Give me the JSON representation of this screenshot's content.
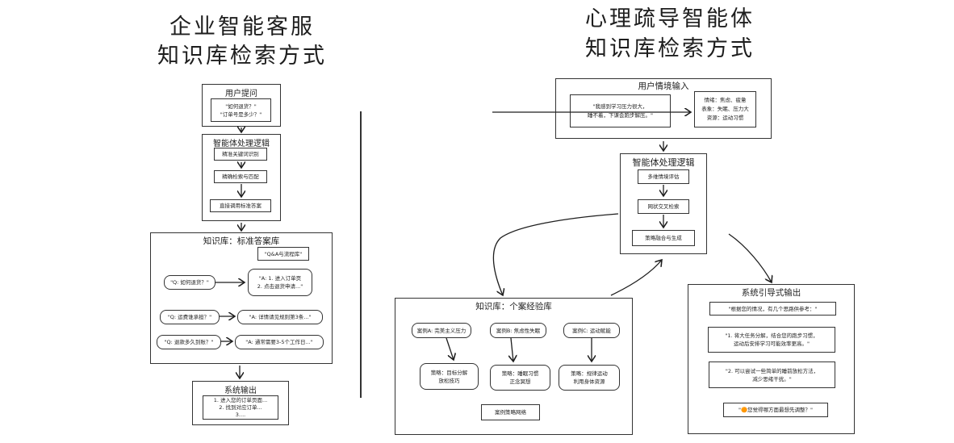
{
  "left": {
    "title_line1": "企业智能客服",
    "title_line2": "知识库检索方式",
    "user_question": {
      "label": "用户提问",
      "examples": "\"如何退货？\"\n\"订单号是多少？\""
    },
    "agent_logic": {
      "label": "智能体处理逻辑",
      "steps": [
        "精准关键词识别",
        "精确检索与匹配",
        "直接调用标准答案"
      ]
    },
    "knowledge_base": {
      "label": "知识库：标准答案库",
      "tag": "\"Q&A与流程库\"",
      "pairs": [
        {
          "q": "\"Q: 如何退货？\"",
          "a": "\"A: 1. 进入订单页\n2. 点击退货申请...\""
        },
        {
          "q": "\"Q: 运费谁承担？\"",
          "a": "\"A: 详情请见规则第3条...\""
        },
        {
          "q": "\"Q: 退款多久到账？\"",
          "a": "\"A: 通常需要3-5个工作日...\""
        }
      ]
    },
    "output": {
      "label": "系统输出",
      "content": "1. 进入您的订单页面...\n2. 找到对应订单...\n3...."
    }
  },
  "right": {
    "title_line1": "心理疏导智能体",
    "title_line2": "知识库检索方式",
    "user_context": {
      "label": "用户情境输入",
      "quote": "\"我感到学习压力很大，\n睡不着，下课会跑步解压。\"",
      "analysis": "情绪：焦虑、疲惫\n表象：失眠、压力大\n资源：运动习惯"
    },
    "agent_logic": {
      "label": "智能体处理逻辑",
      "steps": [
        "多维情境评估",
        "网状交叉检索",
        "策略融合与生成"
      ]
    },
    "knowledge_base": {
      "label": "知识库：个案经验库",
      "cases": [
        {
          "case": "案例A: 完美主义压力",
          "strategy": "策略：目标分解\n放松技巧"
        },
        {
          "case": "案例B: 焦虑性失眠",
          "strategy": "策略：睡眠习惯\n正念冥想"
        },
        {
          "case": "案例C: 运动赋能",
          "strategy": "策略：规律运动\n利用身体资源"
        }
      ],
      "network": "案例策略网络"
    },
    "output": {
      "label": "系统引导式输出",
      "items": [
        "\"根据您的情况，有几个思路供参考：\"",
        "\"1. 将大任务分解，结合您的跑步习惯，\n运动后安排学习可能效率更高。\"",
        "\"2. 可以尝试一些简单的睡前放松方法，\n减少思绪干扰。\"",
        "\"🟠您觉得哪方面最想先调整？\""
      ]
    }
  }
}
